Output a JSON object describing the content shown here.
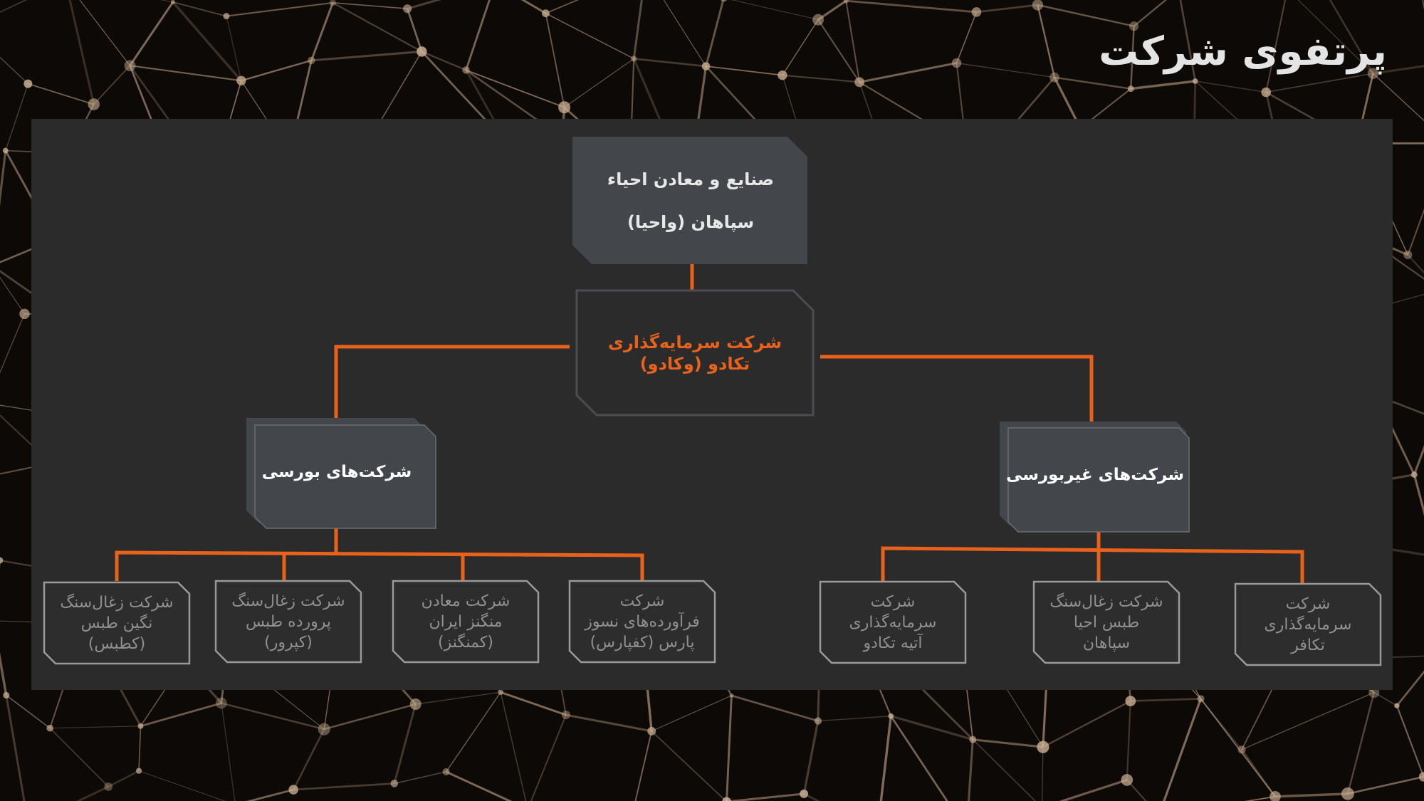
{
  "page": {
    "title": "پرتفوی شرکت"
  },
  "diagram": {
    "root": {
      "lines": [
        "صنایع و معادن احیاء",
        "سپاهان (واحیا)"
      ]
    },
    "holding": {
      "lines": [
        "شرکت سرمایه‌گذاری",
        "تکادو (وکادو)"
      ]
    },
    "listed": {
      "label": "شرکت‌های بورسی",
      "children": [
        {
          "lines": [
            "شرکت",
            "فرآورده‌های نسوز",
            "پارس (کفپارس)"
          ]
        },
        {
          "lines": [
            "شرکت معادن",
            "منگنز ایران",
            "(کمنگنز)"
          ]
        },
        {
          "lines": [
            "شرکت زغال‌سنگ",
            "پرورده طبس",
            "(کپرور)"
          ]
        },
        {
          "lines": [
            "شرکت زغال‌سنگ",
            "نگین طبس",
            "(کطبس)"
          ]
        }
      ]
    },
    "unlisted": {
      "label": "شرکت‌های غیربورسی",
      "children": [
        {
          "lines": [
            "شرکت",
            "سرمایه‌گذاری",
            "تکافر"
          ]
        },
        {
          "lines": [
            "شرکت زغال‌سنگ",
            "طبس احیا",
            "سپاهان"
          ]
        },
        {
          "lines": [
            "شرکت",
            "سرمایه‌گذاری",
            "آتیه تکادو"
          ]
        }
      ]
    }
  },
  "colors": {
    "accent": "#e8621c",
    "panel": "#2b2b2b",
    "box": "#43474c",
    "leaf_text": "#909090",
    "leaf_border": "#9a9a9a"
  }
}
